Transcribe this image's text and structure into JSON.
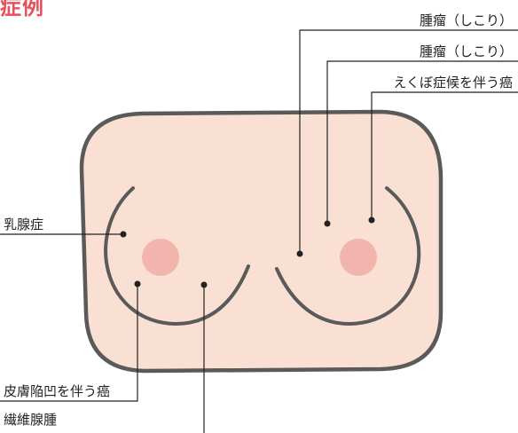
{
  "heading": {
    "text": "症例",
    "color": "#e8505b"
  },
  "labels": {
    "tumor_1": "腫瘤（しこり）",
    "tumor_2": "腫瘤（しこり）",
    "dimple_cancer": "えくぼ症候を伴う癌",
    "mastopathy": "乳腺症",
    "skin_retraction_cancer": "皮膚陥凹を伴う癌",
    "fibroadenoma": "繊維腺腫"
  },
  "colors": {
    "skin": "#f9e0d3",
    "outline": "#5a5a5a",
    "areola": "#f1b5ad",
    "leader": "#222222",
    "point": "#222222"
  }
}
